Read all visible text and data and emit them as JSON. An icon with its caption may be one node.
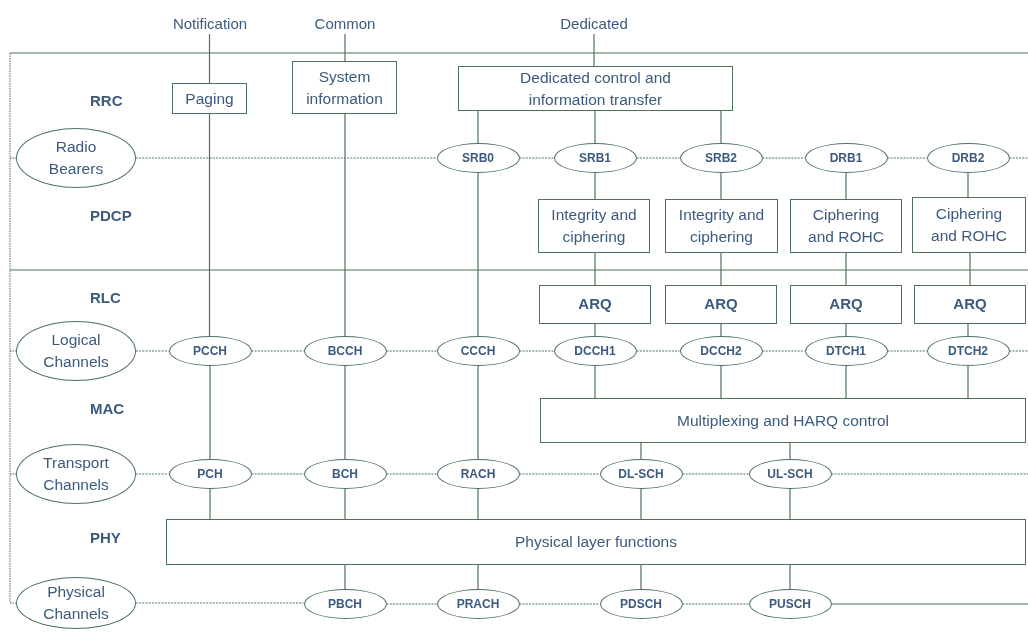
{
  "diagram": {
    "nodes": [
      {
        "text": [
          "Notification"
        ]
      },
      {
        "text": [
          "Common"
        ]
      },
      {
        "text": [
          "Dedicated"
        ]
      },
      {
        "text": [
          "Paging"
        ]
      },
      {
        "text": [
          "System information"
        ]
      },
      {
        "text": [
          "Dedicated control and information transfer"
        ]
      },
      {
        "text": [
          "Radio Bearers"
        ]
      },
      {
        "text": [
          "SRB0"
        ]
      },
      {
        "text": [
          "SRB1"
        ]
      },
      {
        "text": [
          "SRB2"
        ]
      },
      {
        "text": [
          "DRB1"
        ]
      },
      {
        "text": [
          "DRB2"
        ]
      },
      {
        "text": [
          "Integrity and ciphering"
        ]
      },
      {
        "text": [
          "Integrity and ciphering"
        ]
      },
      {
        "text": [
          "Ciphering and ROHC"
        ]
      },
      {
        "text": [
          "Ciphering and ROHC"
        ]
      },
      {
        "text": [
          "ARQ"
        ]
      },
      {
        "text": [
          "ARQ"
        ]
      },
      {
        "text": [
          "ARQ"
        ]
      },
      {
        "text": [
          "ARQ"
        ]
      },
      {
        "text": [
          "Logical Channels"
        ]
      },
      {
        "text": [
          "PCCH"
        ]
      },
      {
        "text": [
          "BCCH"
        ]
      },
      {
        "text": [
          "CCCH"
        ]
      },
      {
        "text": [
          "DCCH1"
        ]
      },
      {
        "text": [
          "DCCH2"
        ]
      },
      {
        "text": [
          "DTCH1"
        ]
      },
      {
        "text": [
          "DTCH2"
        ]
      },
      {
        "text": [
          "Multiplexing and HARQ control"
        ]
      },
      {
        "text": [
          "Transport Channels"
        ]
      },
      {
        "text": [
          "PCH"
        ]
      },
      {
        "text": [
          "BCH"
        ]
      },
      {
        "text": [
          "RACH"
        ]
      },
      {
        "text": [
          "DL-SCH"
        ]
      },
      {
        "text": [
          "UL-SCH"
        ]
      },
      {
        "text": [
          "Physical layer functions"
        ]
      },
      {
        "text": [
          "Physical Channels"
        ]
      },
      {
        "text": [
          "PBCH"
        ]
      },
      {
        "text": [
          "PRACH"
        ]
      },
      {
        "text": [
          "PDSCH"
        ]
      },
      {
        "text": [
          "PUSCH"
        ]
      }
    ],
    "edges": [
      {
        "from": 0,
        "to": 3,
        "arrow": "none"
      },
      {
        "from": 3,
        "to": 21,
        "arrow": "none"
      },
      {
        "from": 21,
        "to": 30,
        "arrow": "none"
      },
      {
        "from": 30,
        "to": 35,
        "arrow": "none"
      },
      {
        "from": 1,
        "to": 4,
        "arrow": "none"
      },
      {
        "from": 4,
        "to": 22,
        "arrow": "none"
      },
      {
        "from": 22,
        "to": 31,
        "arrow": "none"
      },
      {
        "from": 31,
        "to": 35,
        "arrow": "none"
      },
      {
        "from": 35,
        "to": 37,
        "arrow": "none"
      },
      {
        "from": 2,
        "to": 5,
        "arrow": "none"
      },
      {
        "from": 5,
        "to": 7,
        "arrow": "none"
      },
      {
        "from": 5,
        "to": 8,
        "arrow": "none"
      },
      {
        "from": 5,
        "to": 9,
        "arrow": "none"
      },
      {
        "from": 7,
        "to": 23,
        "arrow": "none"
      },
      {
        "from": 23,
        "to": 32,
        "arrow": "none"
      },
      {
        "from": 32,
        "to": 35,
        "arrow": "none"
      },
      {
        "from": 35,
        "to": 38,
        "arrow": "none"
      },
      {
        "from": 8,
        "to": 12,
        "arrow": "none"
      },
      {
        "from": 12,
        "to": 16,
        "arrow": "none"
      },
      {
        "from": 16,
        "to": 24,
        "arrow": "none"
      },
      {
        "from": 24,
        "to": 28,
        "arrow": "none"
      },
      {
        "from": 9,
        "to": 13,
        "arrow": "none"
      },
      {
        "from": 13,
        "to": 17,
        "arrow": "none"
      },
      {
        "from": 17,
        "to": 25,
        "arrow": "none"
      },
      {
        "from": 25,
        "to": 28,
        "arrow": "none"
      },
      {
        "from": 10,
        "to": 14,
        "arrow": "none"
      },
      {
        "from": 14,
        "to": 18,
        "arrow": "none"
      },
      {
        "from": 18,
        "to": 26,
        "arrow": "none"
      },
      {
        "from": 26,
        "to": 28,
        "arrow": "none"
      },
      {
        "from": 11,
        "to": 15,
        "arrow": "none"
      },
      {
        "from": 15,
        "to": 19,
        "arrow": "none"
      },
      {
        "from": 19,
        "to": 27,
        "arrow": "none"
      },
      {
        "from": 27,
        "to": 28,
        "arrow": "none"
      },
      {
        "from": 28,
        "to": 33,
        "arrow": "none"
      },
      {
        "from": 28,
        "to": 34,
        "arrow": "none"
      },
      {
        "from": 33,
        "to": 35,
        "arrow": "none"
      },
      {
        "from": 34,
        "to": 35,
        "arrow": "none"
      },
      {
        "from": 35,
        "to": 39,
        "arrow": "none"
      },
      {
        "from": 35,
        "to": 40,
        "arrow": "none"
      },
      {
        "from": 6,
        "to": 7,
        "arrow": "none",
        "style": "dashed"
      },
      {
        "from": 7,
        "to": 8,
        "arrow": "none",
        "style": "dashed"
      },
      {
        "from": 8,
        "to": 9,
        "arrow": "none",
        "style": "dashed"
      },
      {
        "from": 9,
        "to": 10,
        "arrow": "none",
        "style": "dashed"
      },
      {
        "from": 10,
        "to": 11,
        "arrow": "none",
        "style": "dashed"
      },
      {
        "from": 11,
        "to": null,
        "arrow": "none",
        "style": "dashed"
      },
      {
        "from": 20,
        "to": 21,
        "arrow": "none",
        "style": "dashed"
      },
      {
        "from": 21,
        "to": 22,
        "arrow": "none",
        "style": "dashed"
      },
      {
        "from": 22,
        "to": 23,
        "arrow": "none",
        "style": "dashed"
      },
      {
        "from": 23,
        "to": 24,
        "arrow": "none",
        "style": "dashed"
      },
      {
        "from": 24,
        "to": 25,
        "arrow": "none",
        "style": "dashed"
      },
      {
        "from": 25,
        "to": 26,
        "arrow": "none",
        "style": "dashed"
      },
      {
        "from": 26,
        "to": 27,
        "arrow": "none",
        "style": "dashed"
      },
      {
        "from": 27,
        "to": null,
        "arrow": "none",
        "style": "dashed"
      },
      {
        "from": 29,
        "to": 30,
        "arrow": "none",
        "style": "dashed"
      },
      {
        "from": 30,
        "to": 31,
        "arrow": "none",
        "style": "dashed"
      },
      {
        "from": 31,
        "to": 32,
        "arrow": "none",
        "style": "dashed"
      },
      {
        "from": 32,
        "to": 33,
        "arrow": "none",
        "style": "dashed"
      },
      {
        "from": 33,
        "to": 34,
        "arrow": "none",
        "style": "dashed"
      },
      {
        "from": 34,
        "to": null,
        "arrow": "none",
        "style": "dashed"
      },
      {
        "from": 36,
        "to": 37,
        "arrow": "none",
        "style": "dashed"
      },
      {
        "from": 37,
        "to": 38,
        "arrow": "none",
        "style": "dashed"
      },
      {
        "from": 38,
        "to": 39,
        "arrow": "none",
        "style": "dashed"
      },
      {
        "from": 39,
        "to": 40,
        "arrow": "none",
        "style": "dashed"
      },
      {
        "from": 40,
        "to": null,
        "arrow": "none"
      }
    ],
    "labels": [
      "RRC",
      "PDCP",
      "RLC",
      "MAC",
      "PHY"
    ]
  }
}
